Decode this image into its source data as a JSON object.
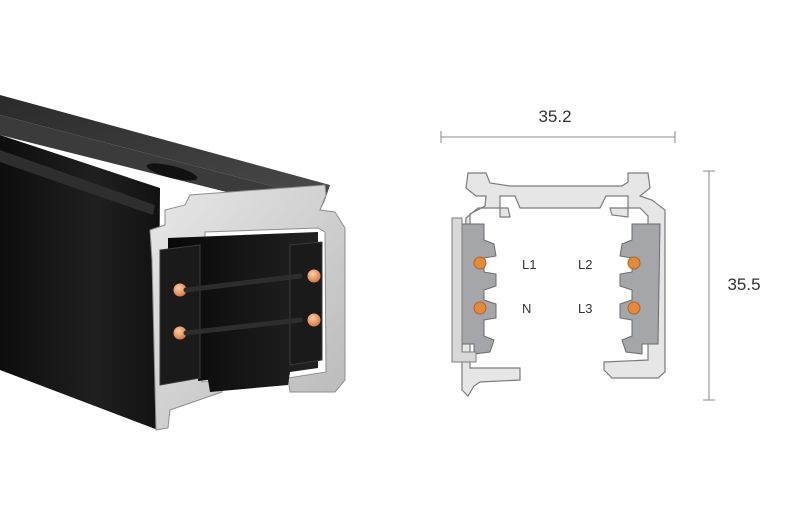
{
  "diagram": {
    "dimensions": {
      "width": "35.2",
      "height": "35.5"
    },
    "conductor_labels": {
      "left_top": "L1",
      "left_bottom": "N",
      "right_top": "L2",
      "right_bottom": "L3"
    },
    "colors": {
      "track_body": "#1c1c1c",
      "aluminium": "#c9ccce",
      "insulator": "#9a9ca0",
      "conductor": "#e48a3c",
      "dimension_line": "#888888"
    }
  }
}
